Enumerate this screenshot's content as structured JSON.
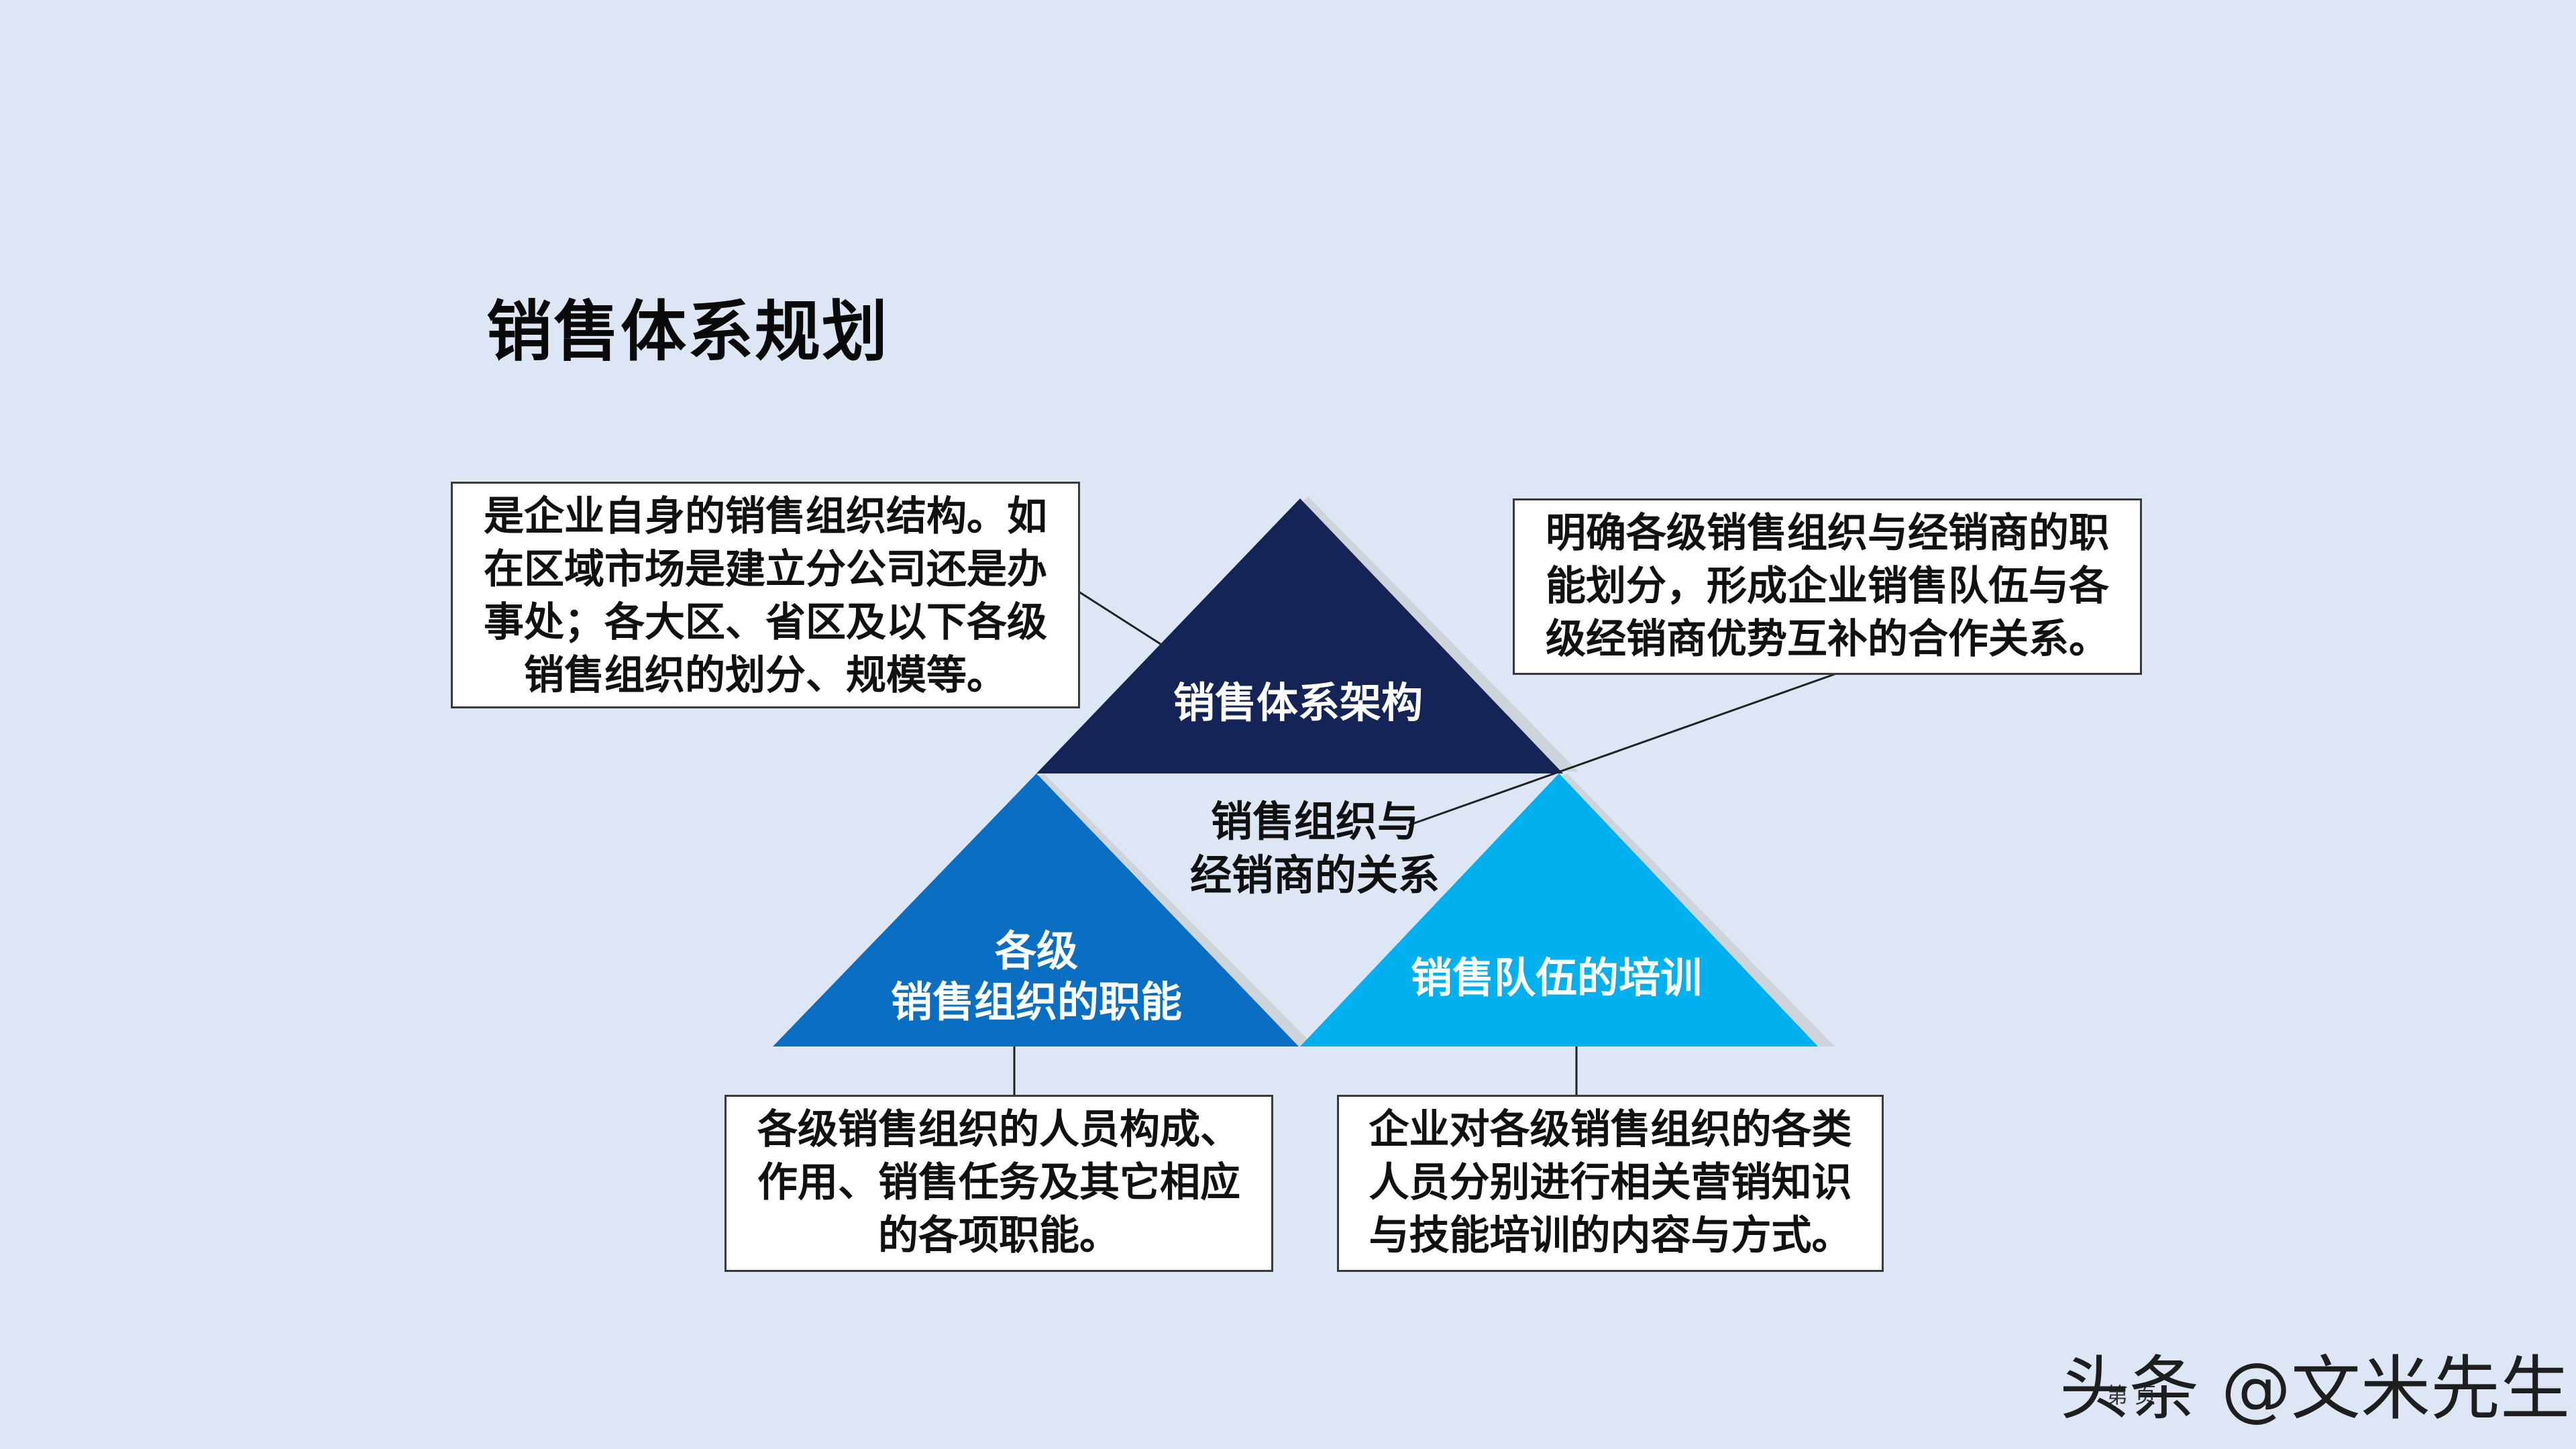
{
  "title": "销售体系规划",
  "top_triangle": {
    "label": "销售体系架构"
  },
  "center": {
    "line1": "销售组织与",
    "line2": "经销商的关系"
  },
  "left_triangle": {
    "line1": "各级",
    "line2": "销售组织的职能"
  },
  "right_triangle": {
    "label": "销售队伍的培训"
  },
  "boxes": {
    "top_left": [
      "是企业自身的销售组织结构。如",
      "在区域市场是建立分公司还是办",
      "事处；各大区、省区及以下各级",
      "销售组织的划分、规模等。"
    ],
    "top_right": [
      "明确各级销售组织与经销商的职",
      "能划分，形成企业销售队伍与各",
      "级经销商优势互补的合作关系。"
    ],
    "bottom_left": [
      "各级销售组织的人员构成、",
      "作用、销售任务及其它相应",
      "的各项职能。"
    ],
    "bottom_right": [
      "企业对各级销售组织的各类",
      "人员分别进行相关营销知识",
      "与技能培训的内容与方式。"
    ]
  },
  "watermark": "头条 @文米先生",
  "page_note": "第   页",
  "colors": {
    "background": "#dce6f4",
    "top_triangle": "#142457",
    "left_triangle": "#0a6fc2",
    "right_triangle": "#00b0ef",
    "shadow": "#cfd3da"
  }
}
